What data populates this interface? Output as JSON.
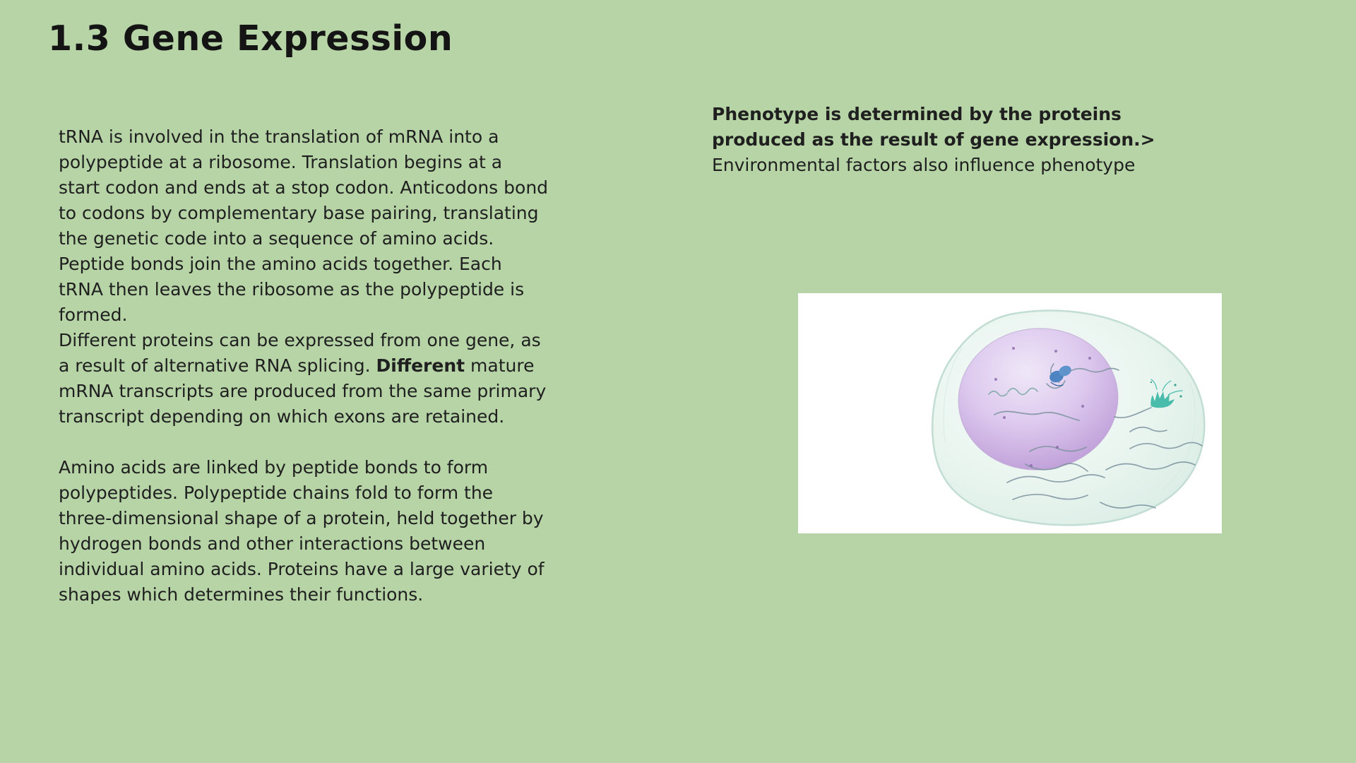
{
  "page": {
    "background": "#b6d4a6",
    "text_color": "#1f1f1f",
    "title_color": "#141414"
  },
  "title": "1.3 Gene Expression",
  "left_text": {
    "lines": [
      [
        {
          "t": "tRNA is involved in the translation of mRNA into a"
        }
      ],
      [
        {
          "t": "polypeptide at a ribosome. Translation begins at a"
        }
      ],
      [
        {
          "t": "start codon and ends at a stop codon. Anticodons bond"
        }
      ],
      [
        {
          "t": "to codons by complementary base pairing, translating"
        }
      ],
      [
        {
          "t": "the genetic code into a sequence of amino acids."
        }
      ],
      [
        {
          "t": "Peptide bonds join the amino acids together. Each"
        }
      ],
      [
        {
          "t": "tRNA then leaves the ribosome as the polypeptide is"
        }
      ],
      [
        {
          "t": "formed."
        }
      ],
      [
        {
          "t": "Different proteins can be expressed from one gene, as"
        }
      ],
      [
        {
          "t": "a result of alternative RNA splicing. "
        },
        {
          "t": "Different",
          "b": true
        },
        {
          "t": " mature"
        }
      ],
      [
        {
          "t": "mRNA transcripts are produced from the same primary"
        }
      ],
      [
        {
          "t": "transcript depending on which exons are retained."
        }
      ],
      [],
      [
        {
          "t": "Amino acids are linked by peptide bonds to form"
        }
      ],
      [
        {
          "t": "polypeptides. Polypeptide chains fold to form the"
        }
      ],
      [
        {
          "t": "three-dimensional shape of a protein, held together by"
        }
      ],
      [
        {
          "t": "hydrogen bonds and other interactions between"
        }
      ],
      [
        {
          "t": "individual amino acids. Proteins have a large variety of"
        }
      ],
      [
        {
          "t": "shapes which determines their functions."
        }
      ]
    ]
  },
  "right_text": {
    "lines": [
      [
        {
          "t": "Phenotype is determined by the proteins",
          "b": true
        }
      ],
      [
        {
          "t": "produced as the result of gene expression.>",
          "b": true
        }
      ],
      [
        {
          "t": "Environmental factors also influence phenotype"
        }
      ]
    ]
  },
  "illustration": {
    "subject": "animal cell with nucleus",
    "colors": {
      "panel_bg": "#ffffff",
      "cell_stroke": "#c2ddd3",
      "inner_membrane": "#d8ebe3",
      "nucleus_stroke": "#b79ccc",
      "organelle_blue": "#4d84c1",
      "organelle_blue_light": "#5e93cb",
      "organelle_blue_dark": "#36639c",
      "starburst": "#4abcab",
      "starburst_dark": "#3aa394",
      "strand": "#7b929d",
      "strand_teal": "#79a8a1",
      "nucleus_dot": "#8a68a8"
    }
  }
}
